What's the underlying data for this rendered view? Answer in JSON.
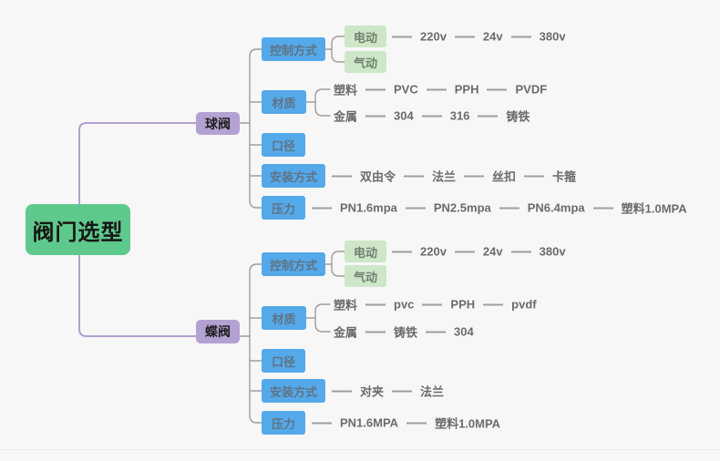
{
  "title": "阀门选型",
  "colors": {
    "background": "#f7f7f8",
    "root_bg": "#5ec98c",
    "branch_bg": "#b3a1d1",
    "category_bg": "#54a9ea",
    "leafbox_bg": "#cde7c8",
    "line_gray": "#9e9e9e",
    "line_purple": "#b29fd0"
  },
  "ball": {
    "label": "球阀",
    "control": {
      "label": "控制方式",
      "electric": "电动",
      "pneumatic": "气动",
      "voltages": [
        "220v",
        "24v",
        "380v"
      ]
    },
    "material": {
      "label": "材质",
      "plastic": {
        "head": "塑料",
        "items": [
          "PVC",
          "PPH",
          "PVDF"
        ]
      },
      "metal": {
        "head": "金属",
        "items": [
          "304",
          "316",
          "铸铁"
        ]
      }
    },
    "diameter": {
      "label": "口径"
    },
    "install": {
      "label": "安装方式",
      "items": [
        "双由令",
        "法兰",
        "丝扣",
        "卡箍"
      ]
    },
    "pressure": {
      "label": "压力",
      "items": [
        "PN1.6mpa",
        "PN2.5mpa",
        "PN6.4mpa",
        "塑料1.0MPA"
      ]
    }
  },
  "butterfly": {
    "label": "蝶阀",
    "control": {
      "label": "控制方式",
      "electric": "电动",
      "pneumatic": "气动",
      "voltages": [
        "220v",
        "24v",
        "380v"
      ]
    },
    "material": {
      "label": "材质",
      "plastic": {
        "head": "塑料",
        "items": [
          "pvc",
          "PPH",
          "pvdf"
        ]
      },
      "metal": {
        "head": "金属",
        "items": [
          "铸铁",
          "304"
        ]
      }
    },
    "diameter": {
      "label": "口径"
    },
    "install": {
      "label": "安装方式",
      "items": [
        "对夹",
        "法兰"
      ]
    },
    "pressure": {
      "label": "压力",
      "items": [
        "PN1.6MPA",
        "塑料1.0MPA"
      ]
    }
  }
}
